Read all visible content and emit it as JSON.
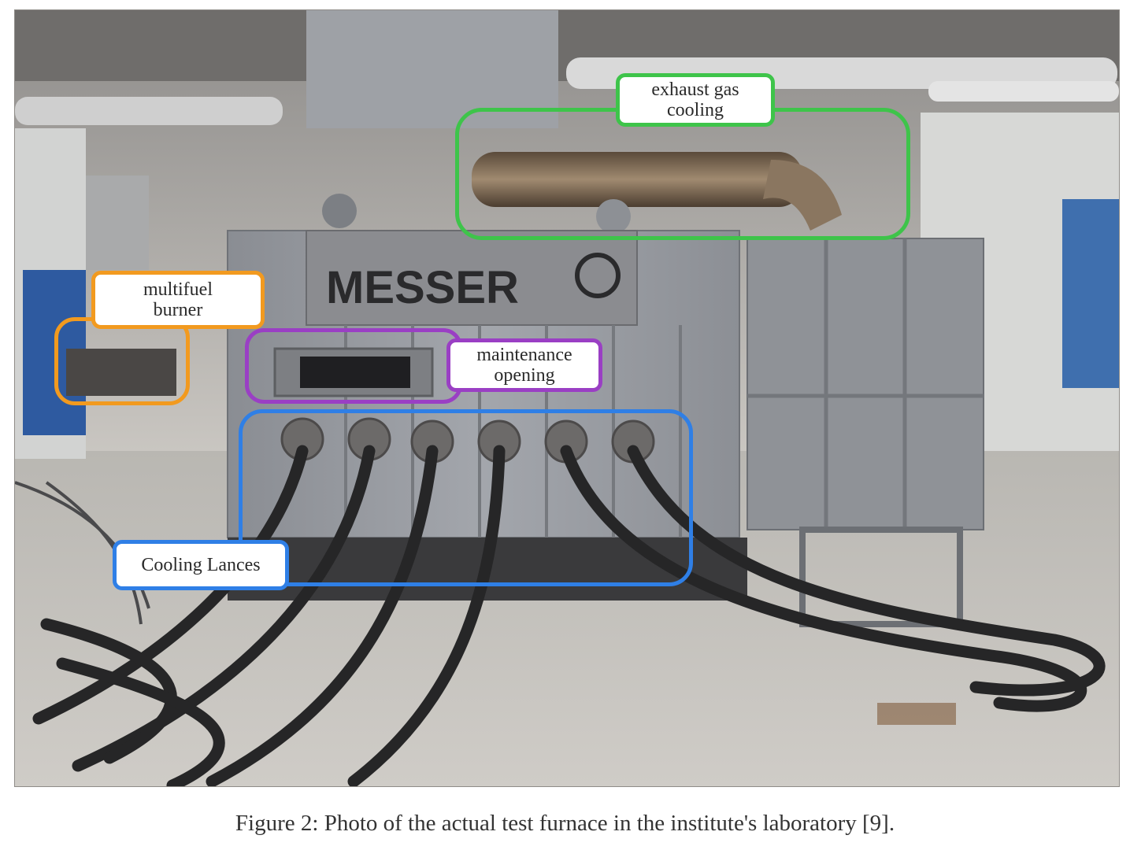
{
  "figure": {
    "caption": "Figure 2: Photo of the actual test furnace in the institute's laboratory [9].",
    "brand_sign": "MESSER"
  },
  "annotations": [
    {
      "id": "exhaust",
      "lines": [
        "exhaust gas",
        "cooling"
      ],
      "color": "#3ec44a"
    },
    {
      "id": "burner",
      "lines": [
        "multifuel",
        "burner"
      ],
      "color": "#f29a1f"
    },
    {
      "id": "maintenance",
      "lines": [
        "maintenance",
        "opening"
      ],
      "color": "#9a3fc4"
    },
    {
      "id": "lances",
      "lines": [
        "Cooling Lances"
      ],
      "color": "#2f7fe6"
    }
  ]
}
